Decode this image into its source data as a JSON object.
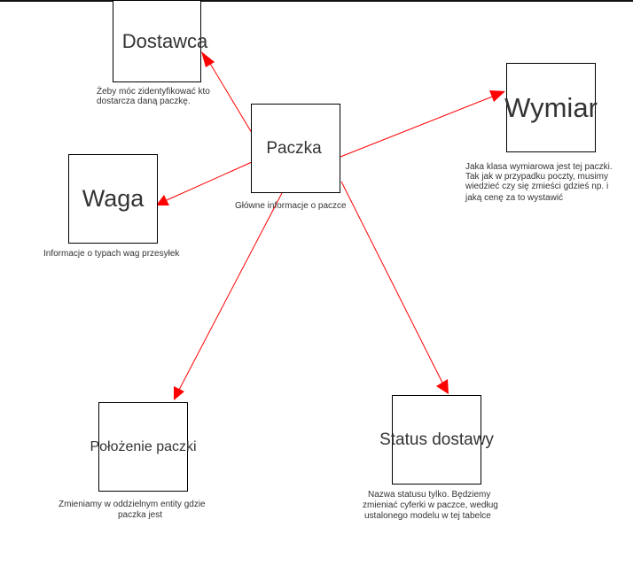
{
  "diagram": {
    "nodes": {
      "dostawca": {
        "title": "Dostawca",
        "desc": [
          "Żeby móc zidentyfikować kto",
          "dostarcza daną paczkę."
        ]
      },
      "paczka": {
        "title": "Paczka",
        "desc": [
          "Główne informacje o paczce"
        ]
      },
      "wymiar": {
        "title": "Wymiar",
        "desc": [
          "Jaka klasa wymiarowa jest tej paczki.",
          "Tak jak w przypadku poczty, musimy",
          "wiedzieć czy się zmieści gdzieś np. i",
          "jaką cenę za to wystawić"
        ]
      },
      "waga": {
        "title": "Waga",
        "desc": [
          "Informacje o typach wag przesyłek"
        ]
      },
      "polozenie": {
        "title": "Położenie paczki",
        "desc": [
          "Zmieniamy w oddzielnym entity gdzie",
          "paczka jest"
        ]
      },
      "status": {
        "title": "Status dostawy",
        "desc": [
          "Nazwa statusu tylko. Będziemy",
          "zmieniać cyferki w paczce, według",
          "ustalonego modelu w tej tabelce"
        ]
      }
    },
    "edges": [
      {
        "from": "paczka",
        "to": "dostawca"
      },
      {
        "from": "paczka",
        "to": "wymiar"
      },
      {
        "from": "paczka",
        "to": "waga"
      },
      {
        "from": "paczka",
        "to": "polozenie"
      },
      {
        "from": "paczka",
        "to": "status"
      }
    ],
    "arrow_color": "#ff0000"
  }
}
